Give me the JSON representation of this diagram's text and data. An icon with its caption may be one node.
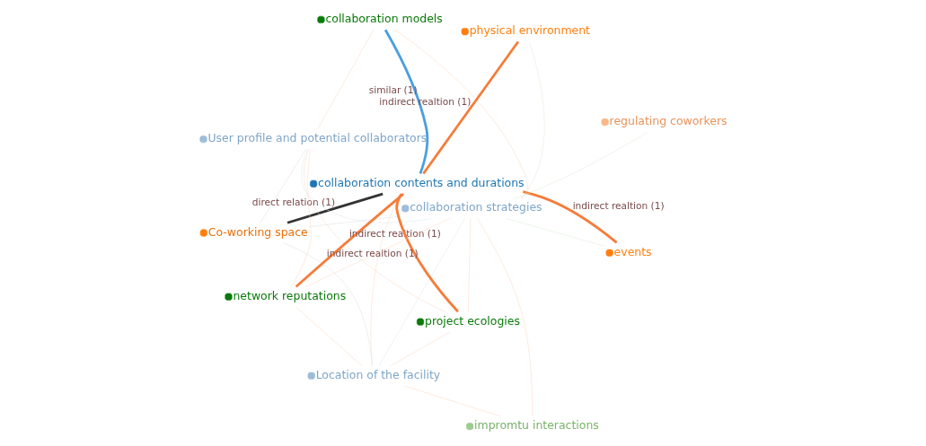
{
  "diagram": {
    "nodes": [
      {
        "text": [
          "Co-working space"
        ]
      },
      {
        "text": [
          "Location of the facility"
        ]
      },
      {
        "text": [
          "User profile and potential collaborators"
        ]
      },
      {
        "text": [
          "collaboration models"
        ]
      },
      {
        "text": [
          "collaboration contents and durations"
        ]
      },
      {
        "text": [
          "collaboration strategies"
        ]
      },
      {
        "text": [
          "impromtu interactions"
        ]
      },
      {
        "text": [
          "regulating coworkers"
        ]
      },
      {
        "text": [
          "network reputations"
        ]
      },
      {
        "text": [
          "events"
        ]
      },
      {
        "text": [
          "project ecologies"
        ]
      },
      {
        "text": [
          "physical environment"
        ]
      }
    ],
    "edges": [
      {
        "from": 0,
        "to": 4,
        "arrow": "none",
        "label": "direct relation (1)",
        "style": "thick",
        "color": "#333333"
      },
      {
        "from": 3,
        "to": 4,
        "arrow": "none",
        "label": "similar (1)",
        "style": "thick",
        "color": "#4a9fe0"
      },
      {
        "from": 4,
        "to": 9,
        "arrow": "none",
        "label": "indirect realtion (1)",
        "style": "thick",
        "color": "#f57c3a"
      },
      {
        "from": 4,
        "to": 11,
        "arrow": "none",
        "label": "indirect realtion (1)",
        "style": "thick",
        "color": "#f57c3a"
      },
      {
        "from": 4,
        "to": 10,
        "arrow": "none",
        "label": "indirect realtion (1)",
        "style": "thick",
        "color": "#f57c3a"
      },
      {
        "from": 4,
        "to": 8,
        "arrow": "none",
        "label": "indirect realtion (1)",
        "style": "thick",
        "color": "#f57c3a"
      },
      {
        "from": 0,
        "to": 1,
        "arrow": "none",
        "color": "#dddddd"
      },
      {
        "from": 0,
        "to": 2,
        "arrow": "none",
        "color": "#dddddd"
      },
      {
        "from": 0,
        "to": 5,
        "arrow": "none",
        "color": "#dddddd"
      },
      {
        "from": 1,
        "to": 5,
        "arrow": "none",
        "color": "#d6e6f2"
      },
      {
        "from": 2,
        "to": 5,
        "arrow": "none",
        "color": "#d6e6f2"
      },
      {
        "from": 2,
        "to": 3,
        "arrow": "none"
      },
      {
        "from": 2,
        "to": 8,
        "arrow": "none"
      },
      {
        "from": 2,
        "to": 10,
        "arrow": "none"
      },
      {
        "from": 1,
        "to": 6,
        "arrow": "none"
      },
      {
        "from": 1,
        "to": 8,
        "arrow": "none"
      },
      {
        "from": 1,
        "to": 10,
        "arrow": "none"
      },
      {
        "from": 1,
        "to": 4,
        "arrow": "none"
      },
      {
        "from": 3,
        "to": 5,
        "arrow": "none"
      },
      {
        "from": 5,
        "to": 6,
        "arrow": "none"
      },
      {
        "from": 5,
        "to": 8,
        "arrow": "none"
      },
      {
        "from": 5,
        "to": 10,
        "arrow": "none"
      },
      {
        "from": 5,
        "to": 7,
        "arrow": "none",
        "color": "#d8ecd0"
      },
      {
        "from": 5,
        "to": 9,
        "arrow": "none",
        "color": "#d8ecd0"
      },
      {
        "from": 5,
        "to": 11,
        "arrow": "none",
        "color": "#d8ecd0"
      }
    ]
  }
}
